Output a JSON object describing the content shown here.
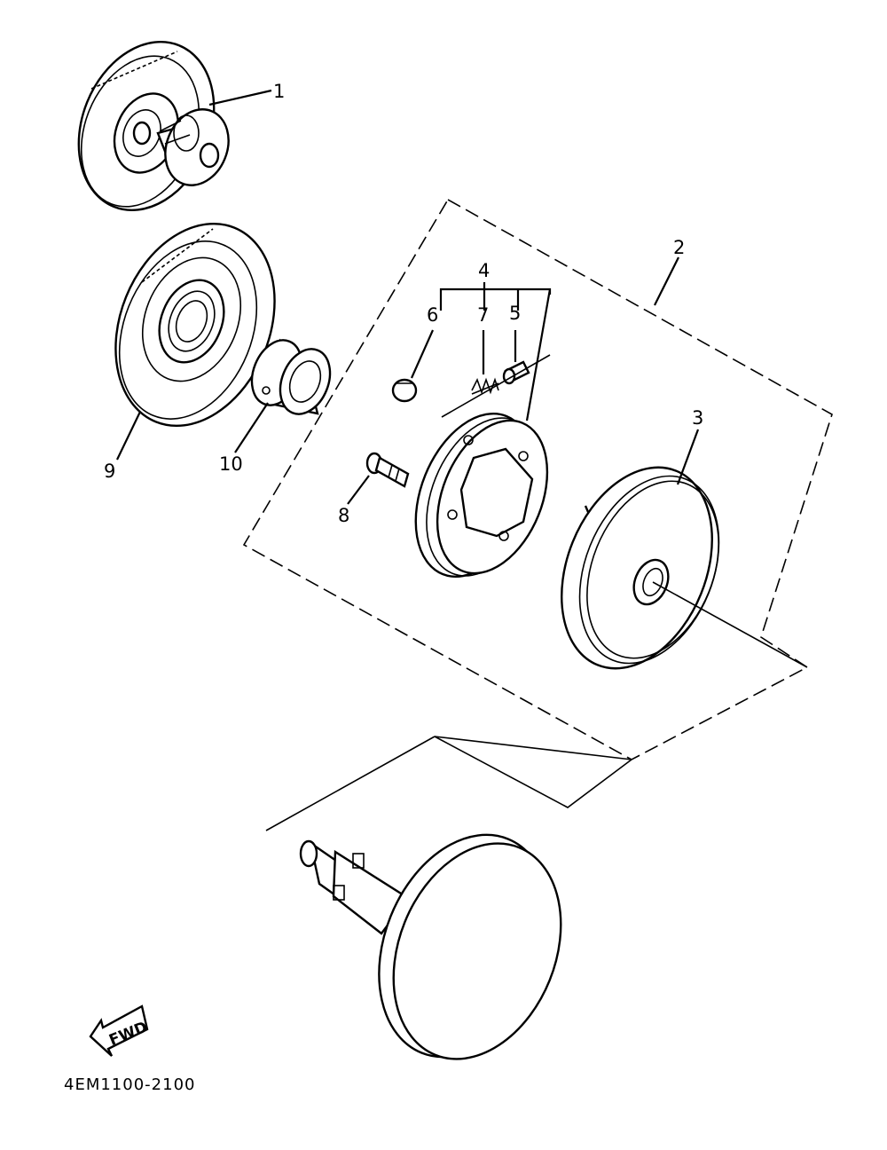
{
  "diagram": {
    "part_numbers": {
      "p1": "1",
      "p2": "2",
      "p3": "3",
      "p4": "4",
      "p5": "5",
      "p6": "6",
      "p7": "7",
      "p8": "8",
      "p9": "9",
      "p10": "10"
    },
    "fwd_label": "FWD",
    "drawing_code": "4EM1100-2100"
  },
  "colors": {
    "line": "#000000",
    "background": "#ffffff"
  }
}
